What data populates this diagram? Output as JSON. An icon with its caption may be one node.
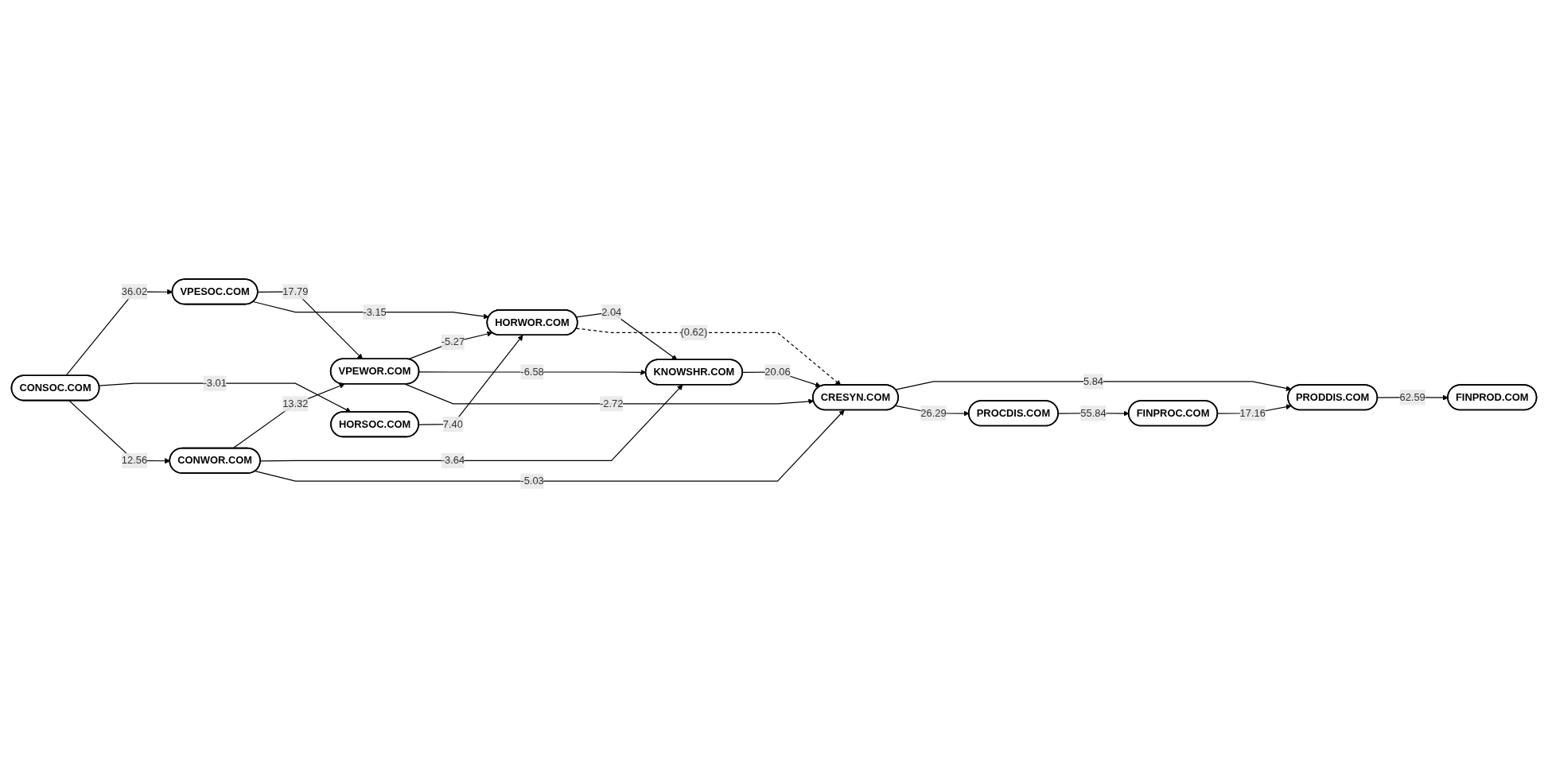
{
  "diagram": {
    "nodes": [
      {
        "text": [
          "VPESOC.COM"
        ]
      },
      {
        "text": [
          "VPEWOR.COM"
        ]
      },
      {
        "text": [
          "PRODDIS.COM"
        ]
      },
      {
        "text": [
          "KNOWSHR.COM"
        ]
      },
      {
        "text": [
          "CONSOC.COM"
        ]
      },
      {
        "text": [
          "HORWOR.COM"
        ]
      },
      {
        "text": [
          "FINPROC.COM"
        ]
      },
      {
        "text": [
          "FINPROD.COM"
        ]
      },
      {
        "text": [
          "HORSOC.COM"
        ]
      },
      {
        "text": [
          "PROCDIS.COM"
        ]
      },
      {
        "text": [
          "CONWOR.COM"
        ]
      },
      {
        "text": [
          "CRESYN.COM"
        ]
      }
    ],
    "edges": [
      {
        "from": 4,
        "to": 0,
        "arrow": "to",
        "label": "36.02"
      },
      {
        "from": 0,
        "to": 1,
        "arrow": "to",
        "label": "17.79"
      },
      {
        "from": 0,
        "to": 5,
        "arrow": "to",
        "label": "-3.15"
      },
      {
        "from": 1,
        "to": 5,
        "arrow": "to",
        "label": "-5.27"
      },
      {
        "from": 1,
        "to": 3,
        "arrow": "to",
        "label": "-6.58"
      },
      {
        "from": 1,
        "to": 11,
        "arrow": "to",
        "label": "-2.72"
      },
      {
        "from": 4,
        "to": 8,
        "arrow": "to",
        "label": "-3.01"
      },
      {
        "from": 8,
        "to": 5,
        "arrow": "to",
        "label": "7.40"
      },
      {
        "from": 5,
        "to": 3,
        "arrow": "to",
        "label": "2.04"
      },
      {
        "from": 5,
        "to": 11,
        "arrow": "to",
        "label": "(0.62)",
        "style": "dashed"
      },
      {
        "from": 4,
        "to": 10,
        "arrow": "to",
        "label": "12.56"
      },
      {
        "from": 10,
        "to": 1,
        "arrow": "to",
        "label": "13.32"
      },
      {
        "from": 10,
        "to": 3,
        "arrow": "to",
        "label": "-3.64"
      },
      {
        "from": 10,
        "to": 11,
        "arrow": "to",
        "label": "-5.03"
      },
      {
        "from": 3,
        "to": 11,
        "arrow": "to",
        "label": "20.06"
      },
      {
        "from": 11,
        "to": 2,
        "arrow": "to",
        "label": "5.84"
      },
      {
        "from": 11,
        "to": 9,
        "arrow": "to",
        "label": "26.29"
      },
      {
        "from": 9,
        "to": 6,
        "arrow": "to",
        "label": "55.84"
      },
      {
        "from": 6,
        "to": 2,
        "arrow": "to",
        "label": "17.16"
      },
      {
        "from": 2,
        "to": 7,
        "arrow": "to",
        "label": "62.59"
      }
    ]
  }
}
